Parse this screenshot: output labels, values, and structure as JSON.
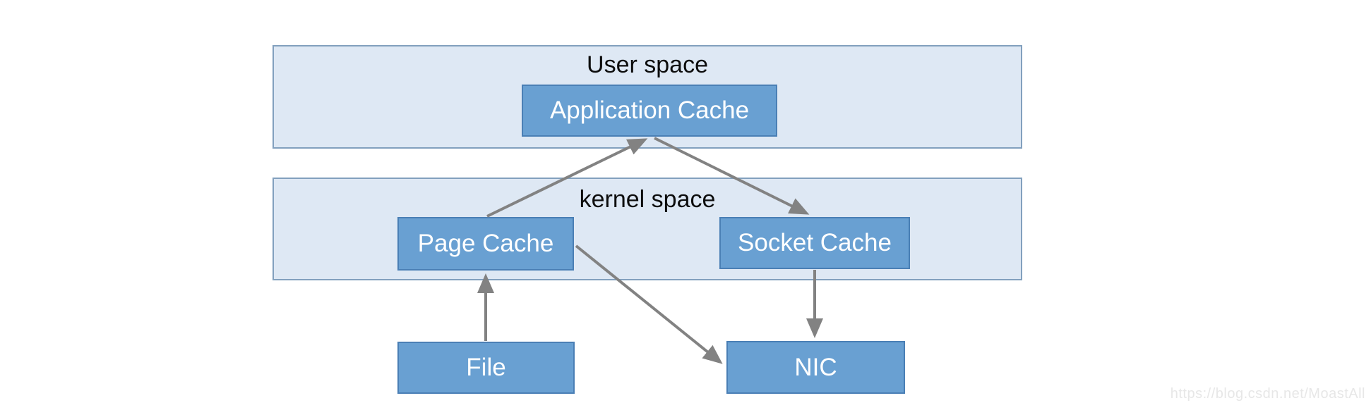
{
  "diagram": {
    "title": "",
    "layers": [
      {
        "id": "user_space",
        "label": "User space"
      },
      {
        "id": "kernel_space",
        "label": "kernel space"
      }
    ],
    "nodes": [
      {
        "id": "application_cache",
        "label": "Application Cache",
        "layer": "user_space"
      },
      {
        "id": "page_cache",
        "label": "Page Cache",
        "layer": "kernel_space"
      },
      {
        "id": "socket_cache",
        "label": "Socket Cache",
        "layer": "kernel_space"
      },
      {
        "id": "file",
        "label": "File",
        "layer": ""
      },
      {
        "id": "nic",
        "label": "NIC",
        "layer": ""
      }
    ],
    "edges": [
      {
        "from": "file",
        "to": "page_cache"
      },
      {
        "from": "page_cache",
        "to": "application_cache"
      },
      {
        "from": "application_cache",
        "to": "socket_cache"
      },
      {
        "from": "page_cache",
        "to": "nic"
      },
      {
        "from": "socket_cache",
        "to": "nic"
      }
    ],
    "colors": {
      "layer_fill": "#dee8f4",
      "layer_border": "#82a0be",
      "node_fill": "#69a0d2",
      "node_border": "#4a7fb5",
      "arrow": "#828282",
      "label_text": "#0d0d0d",
      "node_text": "#ffffff",
      "watermark_text": "#e7e7e7"
    }
  },
  "watermark": {
    "text": "https://blog.csdn.net/MoastAll"
  }
}
